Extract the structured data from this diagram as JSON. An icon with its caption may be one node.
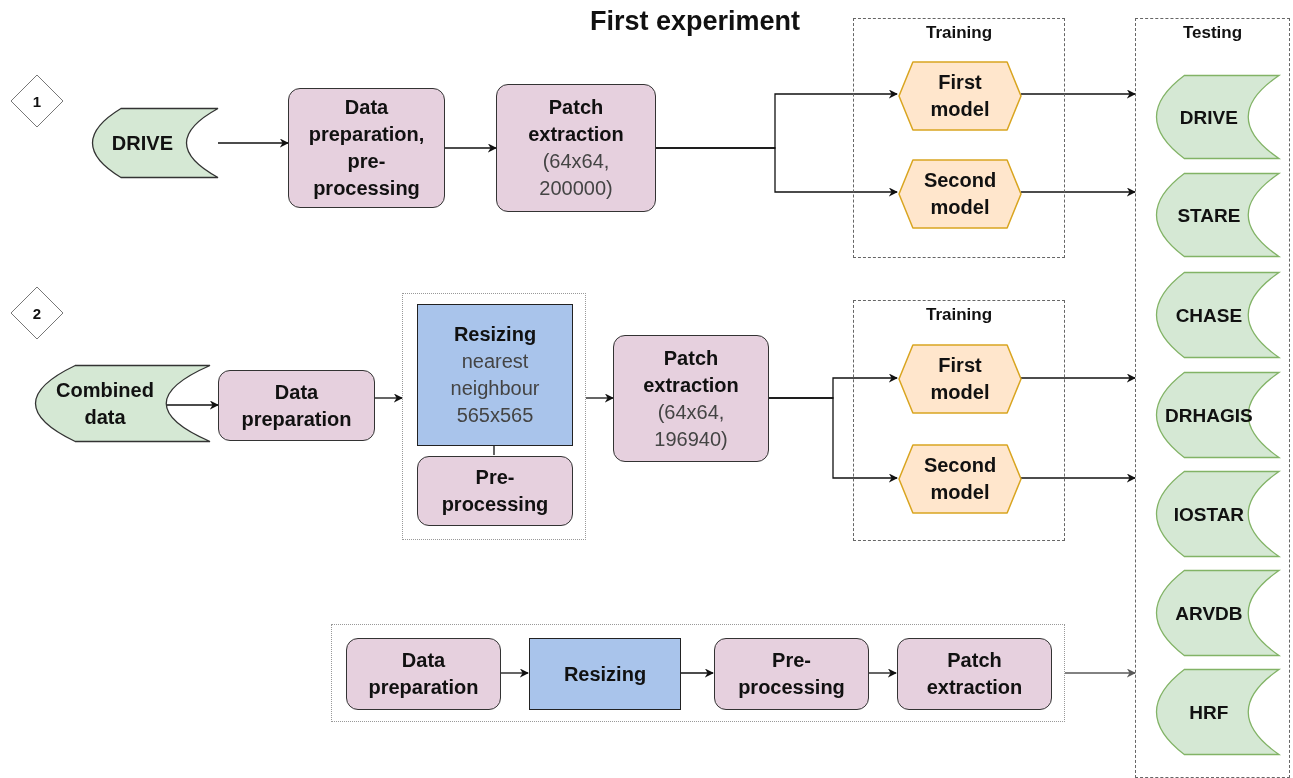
{
  "diagram": {
    "title": "First experiment",
    "nodes": [
      {
        "text": [
          "1"
        ]
      },
      {
        "text": [
          "DRIVE"
        ]
      },
      {
        "text": [
          "Data preparation, pre-processing"
        ]
      },
      {
        "text": [
          "Patch extraction",
          "(64x64, 200000)"
        ]
      },
      {
        "text": [
          "Training"
        ]
      },
      {
        "text": [
          "First model"
        ],
        "in": 4
      },
      {
        "text": [
          "Second model"
        ],
        "in": 4
      },
      {
        "text": [
          "Testing"
        ]
      },
      {
        "text": [
          "DRIVE"
        ],
        "in": 7
      },
      {
        "text": [
          "STARE"
        ],
        "in": 7
      },
      {
        "text": [
          "CHASE"
        ],
        "in": 7
      },
      {
        "text": [
          "DRHAGIS"
        ],
        "in": 7
      },
      {
        "text": [
          "IOSTAR"
        ],
        "in": 7
      },
      {
        "text": [
          "ARVDB"
        ],
        "in": 7
      },
      {
        "text": [
          "HRF"
        ],
        "in": 7
      },
      {
        "text": [
          "2"
        ]
      },
      {
        "text": [
          "Combined data"
        ]
      },
      {
        "text": [
          "Data preparation"
        ]
      },
      {
        "text": [],
        "shape": "box"
      },
      {
        "text": [
          "Resizing",
          "nearest neighbour 565x565"
        ],
        "in": 18
      },
      {
        "text": [
          "Pre-processing"
        ],
        "in": 18
      },
      {
        "text": [
          "Patch extraction",
          "(64x64, 196940)"
        ]
      },
      {
        "text": [
          "Training"
        ]
      },
      {
        "text": [
          "First model"
        ],
        "in": 22
      },
      {
        "text": [
          "Second model"
        ],
        "in": 22
      },
      {
        "text": [],
        "shape": "box"
      },
      {
        "text": [
          "Data preparation"
        ],
        "in": 25
      },
      {
        "text": [
          "Resizing"
        ],
        "in": 25
      },
      {
        "text": [
          "Pre-processing"
        ],
        "in": 25
      },
      {
        "text": [
          "Patch extraction"
        ],
        "in": 25
      }
    ],
    "edges": [
      {
        "from": 1,
        "to": 2,
        "arrow": "to"
      },
      {
        "from": 2,
        "to": 3,
        "arrow": "to"
      },
      {
        "from": 3,
        "to": 5,
        "arrow": "to"
      },
      {
        "from": 3,
        "to": 6,
        "arrow": "to"
      },
      {
        "from": 5,
        "to": 7,
        "arrow": "to"
      },
      {
        "from": 6,
        "to": 7,
        "arrow": "to"
      },
      {
        "from": 16,
        "to": 17,
        "arrow": "to"
      },
      {
        "from": 17,
        "to": 18,
        "arrow": "to"
      },
      {
        "from": 19,
        "to": 20,
        "arrow": "none"
      },
      {
        "from": 18,
        "to": 21,
        "arrow": "to"
      },
      {
        "from": 21,
        "to": 23,
        "arrow": "to"
      },
      {
        "from": 21,
        "to": 24,
        "arrow": "to"
      },
      {
        "from": 23,
        "to": 7,
        "arrow": "to"
      },
      {
        "from": 24,
        "to": 7,
        "arrow": "to"
      },
      {
        "from": 26,
        "to": 27,
        "arrow": "to"
      },
      {
        "from": 27,
        "to": 28,
        "arrow": "to"
      },
      {
        "from": 28,
        "to": 29,
        "arrow": "to"
      },
      {
        "from": 25,
        "to": 7,
        "arrow": "to",
        "color": "#595959"
      }
    ]
  }
}
